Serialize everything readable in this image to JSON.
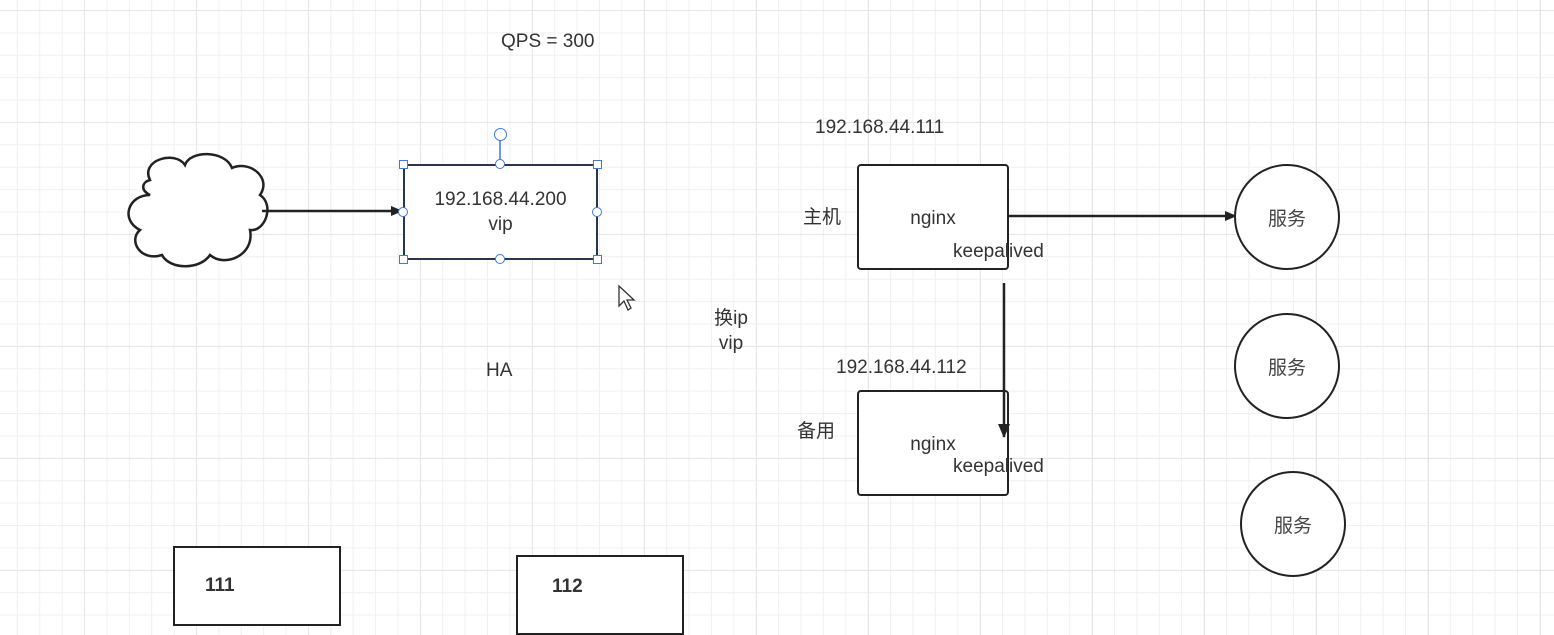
{
  "header": {
    "qps_label": "QPS = 300"
  },
  "vip_box": {
    "ip": "192.168.44.200",
    "label": "vip",
    "selected": true
  },
  "ha_label": "HA",
  "switch_label": {
    "line1": "换ip",
    "line2": "vip"
  },
  "master": {
    "ip": "192.168.44.111",
    "role": "主机",
    "title": "nginx",
    "sub": "keepalived"
  },
  "backup": {
    "ip": "192.168.44.112",
    "role": "备用",
    "title": "nginx",
    "sub": "keepalived"
  },
  "services": [
    {
      "label": "服务"
    },
    {
      "label": "服务"
    },
    {
      "label": "服务"
    }
  ],
  "bottom_boxes": [
    {
      "label": "111"
    },
    {
      "label": "112"
    }
  ],
  "colors": {
    "selection": "#3d7bd6",
    "stroke": "#222222",
    "grid": "#e6e6e6"
  }
}
